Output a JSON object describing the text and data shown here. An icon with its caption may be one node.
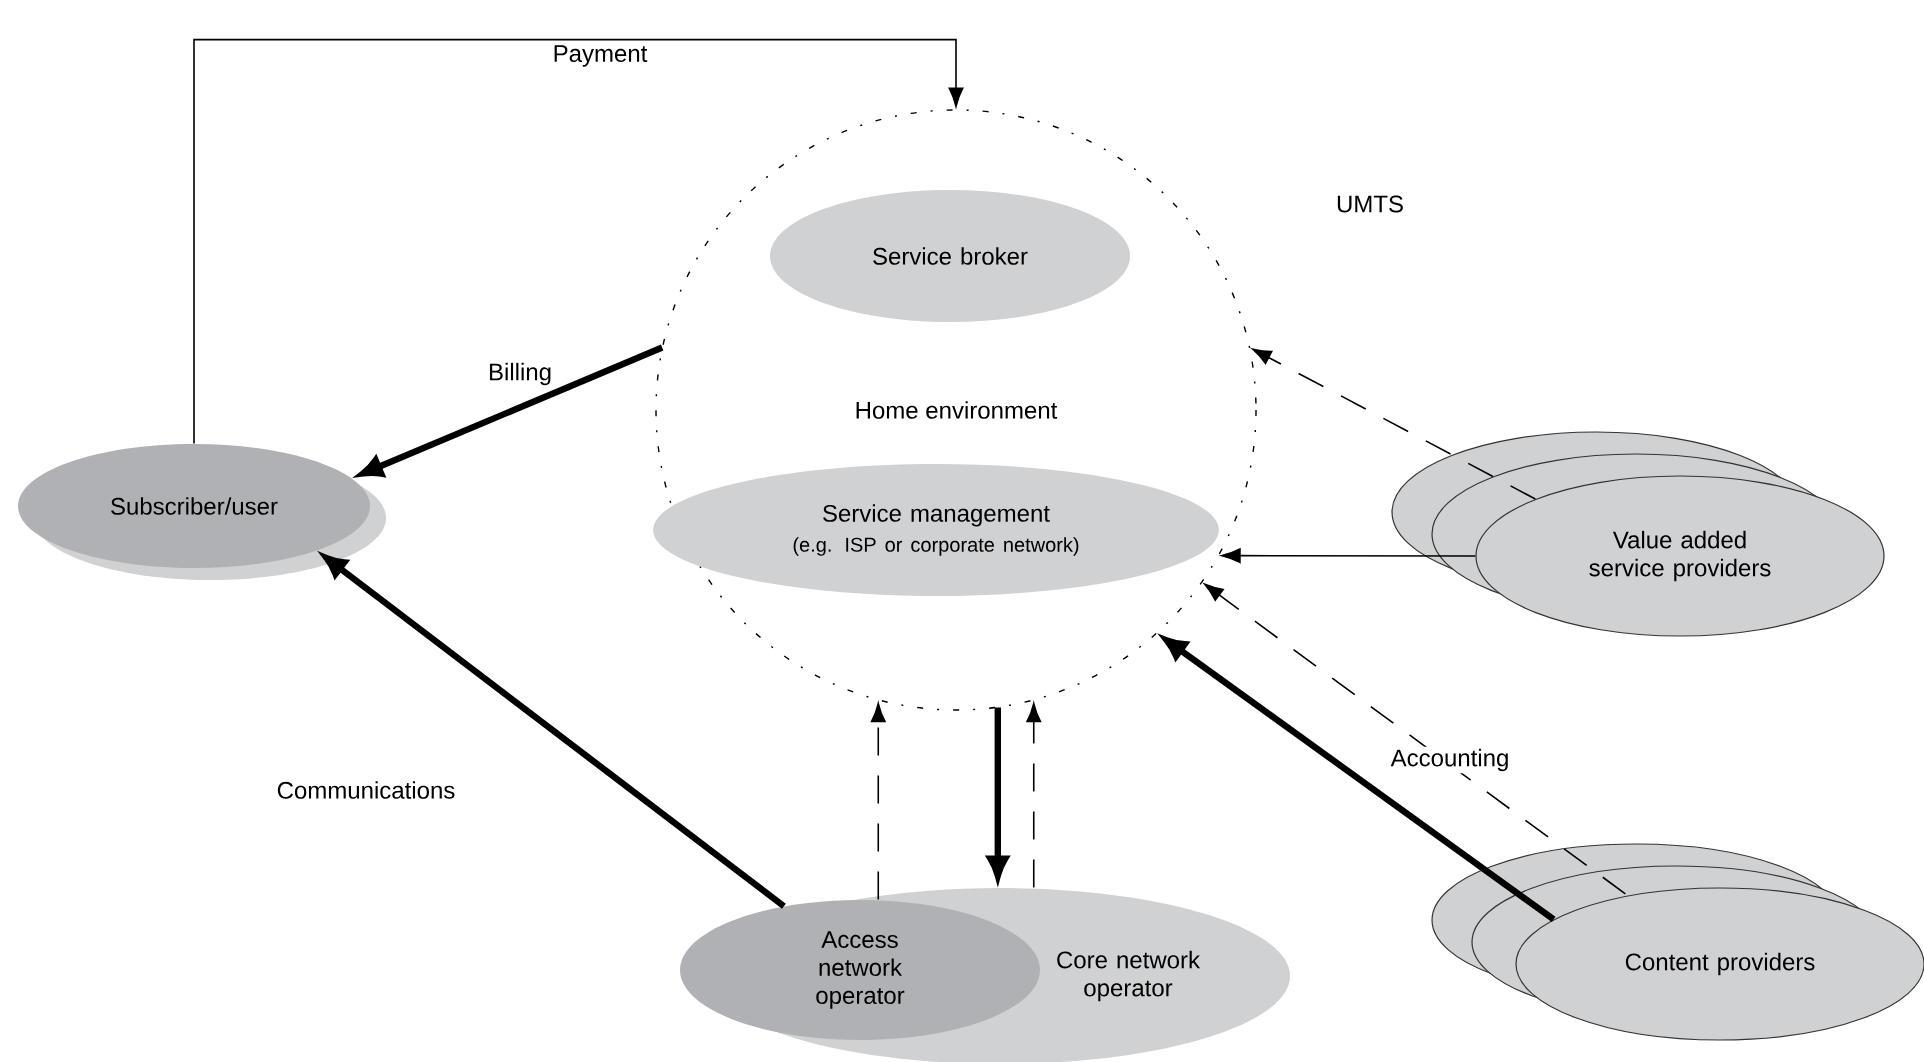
{
  "diagram": {
    "nodes": [
      {
        "text": [
          "Subscriber/user"
        ]
      },
      {
        "text": [
          "Home environment"
        ]
      },
      {
        "text": [
          "Service broker"
        ],
        "in": 1
      },
      {
        "text": [
          "Service management",
          "(e.g. ISP or corporate network)"
        ],
        "in": 1
      },
      {
        "text": [
          "Core network operator"
        ]
      },
      {
        "text": [
          "Access network operator"
        ],
        "in": 4
      },
      {
        "text": [
          "Value added service providers"
        ]
      },
      {
        "text": [
          "Content providers"
        ]
      }
    ],
    "edges": [
      {
        "from": 0,
        "to": 1,
        "arrow": "to",
        "label": "Payment"
      },
      {
        "from": 1,
        "to": 0,
        "arrow": "to",
        "label": "Billing",
        "style": "thick"
      },
      {
        "from": 5,
        "to": 0,
        "arrow": "to",
        "label": "Communications",
        "style": "thick"
      },
      {
        "from": 6,
        "to": 1,
        "arrow": "to",
        "style": "dashed"
      },
      {
        "from": 6,
        "to": 1,
        "arrow": "to"
      },
      {
        "from": 7,
        "to": 1,
        "arrow": "to",
        "style": "dashed",
        "label": "Accounting"
      },
      {
        "from": 7,
        "to": 1,
        "arrow": "to",
        "style": "thick"
      },
      {
        "from": 5,
        "to": 1,
        "arrow": "to",
        "style": "dashed"
      },
      {
        "from": 1,
        "to": 4,
        "arrow": "to",
        "style": "thick"
      },
      {
        "from": 4,
        "to": 1,
        "arrow": "to",
        "style": "dashed"
      }
    ],
    "labels": [
      "UMTS"
    ]
  }
}
